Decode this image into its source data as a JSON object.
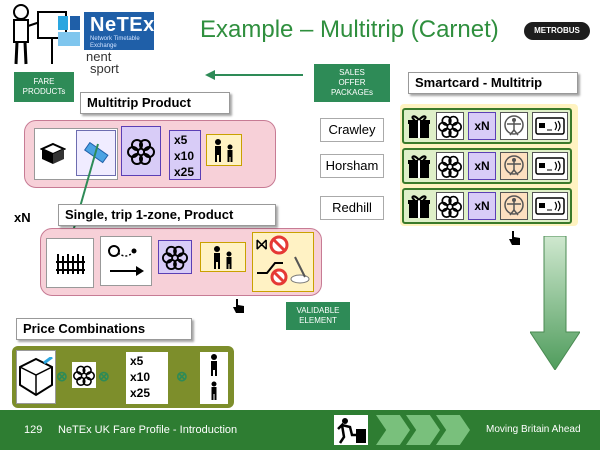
{
  "header": {
    "title": "Example – Multitrip (Carnet)",
    "logo_text": "NeTEx",
    "logo_subtext": "Network Timetable Exchange",
    "partial_text_line1": "nent",
    "partial_text_line2": "sport",
    "metrobus_text": "METROBUS"
  },
  "diagram": {
    "fare_products_label": "FARE\nPRODUCTs",
    "sales_offer_packages_label": "SALES\nOFFER\nPACKAGEs",
    "validable_element_label": "VALIDABLE\nELEMENT",
    "multitrip_product_label": "Multitrip Product",
    "single_trip_label": "Single, trip 1-zone, Product",
    "price_combinations_label": "Price Combinations",
    "smartcard_label": "Smartcard - Multitrip",
    "xn_label": "xN",
    "multiples": [
      "x5",
      "x10",
      "x25"
    ],
    "towns": [
      "Crawley",
      "Horsham",
      "Redhill"
    ],
    "tile_xn_text": "xN",
    "colors": {
      "title_green": "#2f8f3e",
      "footer_green": "#2e7d32",
      "label_box_green": "#2e8b57",
      "pink_band": "#f7d0d8",
      "smartcard_yellow": "#fff3c0",
      "price_band_olive": "#7d8e2b",
      "purple_tile": "#d8ccf7",
      "no_symbol_red": "#e53935"
    }
  },
  "footer": {
    "page_number": "129",
    "page_title": "NeTEx UK Fare Profile - Introduction",
    "tagline": "Moving Britain Ahead"
  }
}
